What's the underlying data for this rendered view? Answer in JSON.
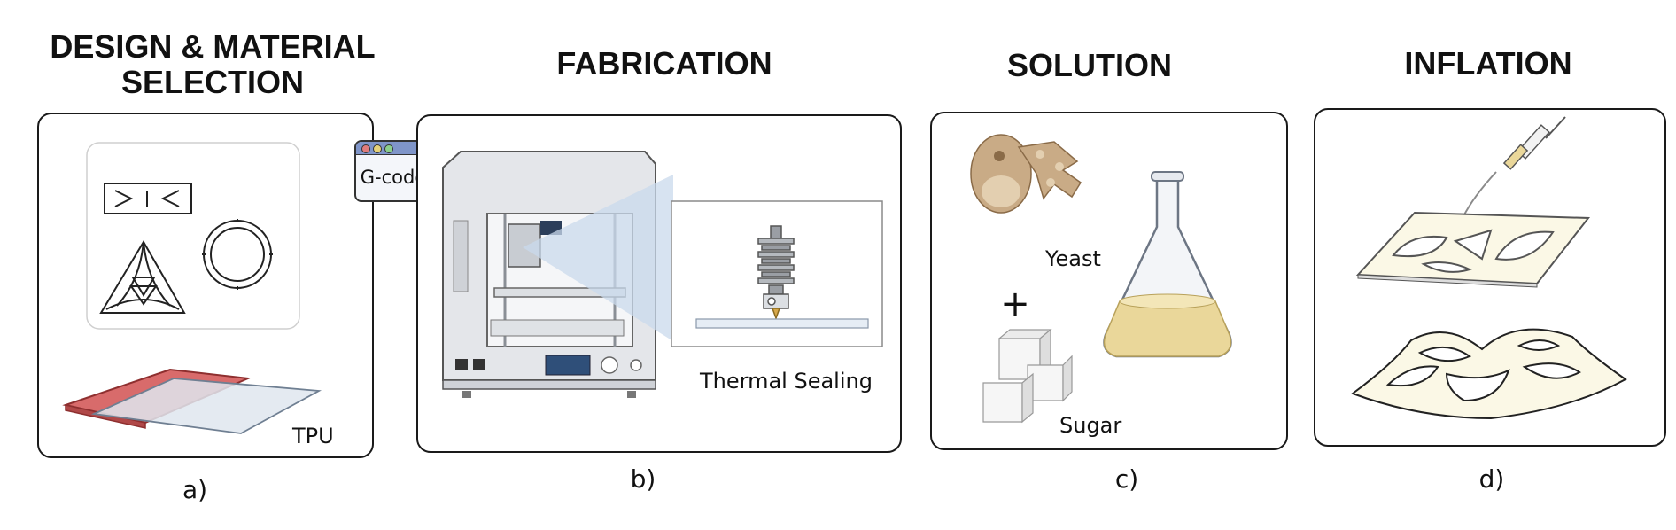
{
  "stages": [
    {
      "title_line1": "DESIGN & MATERIAL",
      "title_line2": "SELECTION",
      "caption": "a)",
      "material_label": "TPU"
    },
    {
      "title": "FABRICATION",
      "caption": "b)",
      "process_label": "Thermal Sealing"
    },
    {
      "title": "SOLUTION",
      "caption": "c)",
      "yeast_label": "Yeast",
      "plus": "+",
      "sugar_label": "Sugar"
    },
    {
      "title": "INFLATION",
      "caption": "d)"
    }
  ],
  "connector": {
    "label": "G-code"
  },
  "colors": {
    "red_sheet": "#d86b6b",
    "tpu_film": "#dfe6ee",
    "printer_body": "#e4e6ea",
    "magnifier_blue": "#c9d9ec",
    "yeast": "#c9ab86",
    "liquid": "#ead79a",
    "window_bar": "#7f95c9"
  }
}
